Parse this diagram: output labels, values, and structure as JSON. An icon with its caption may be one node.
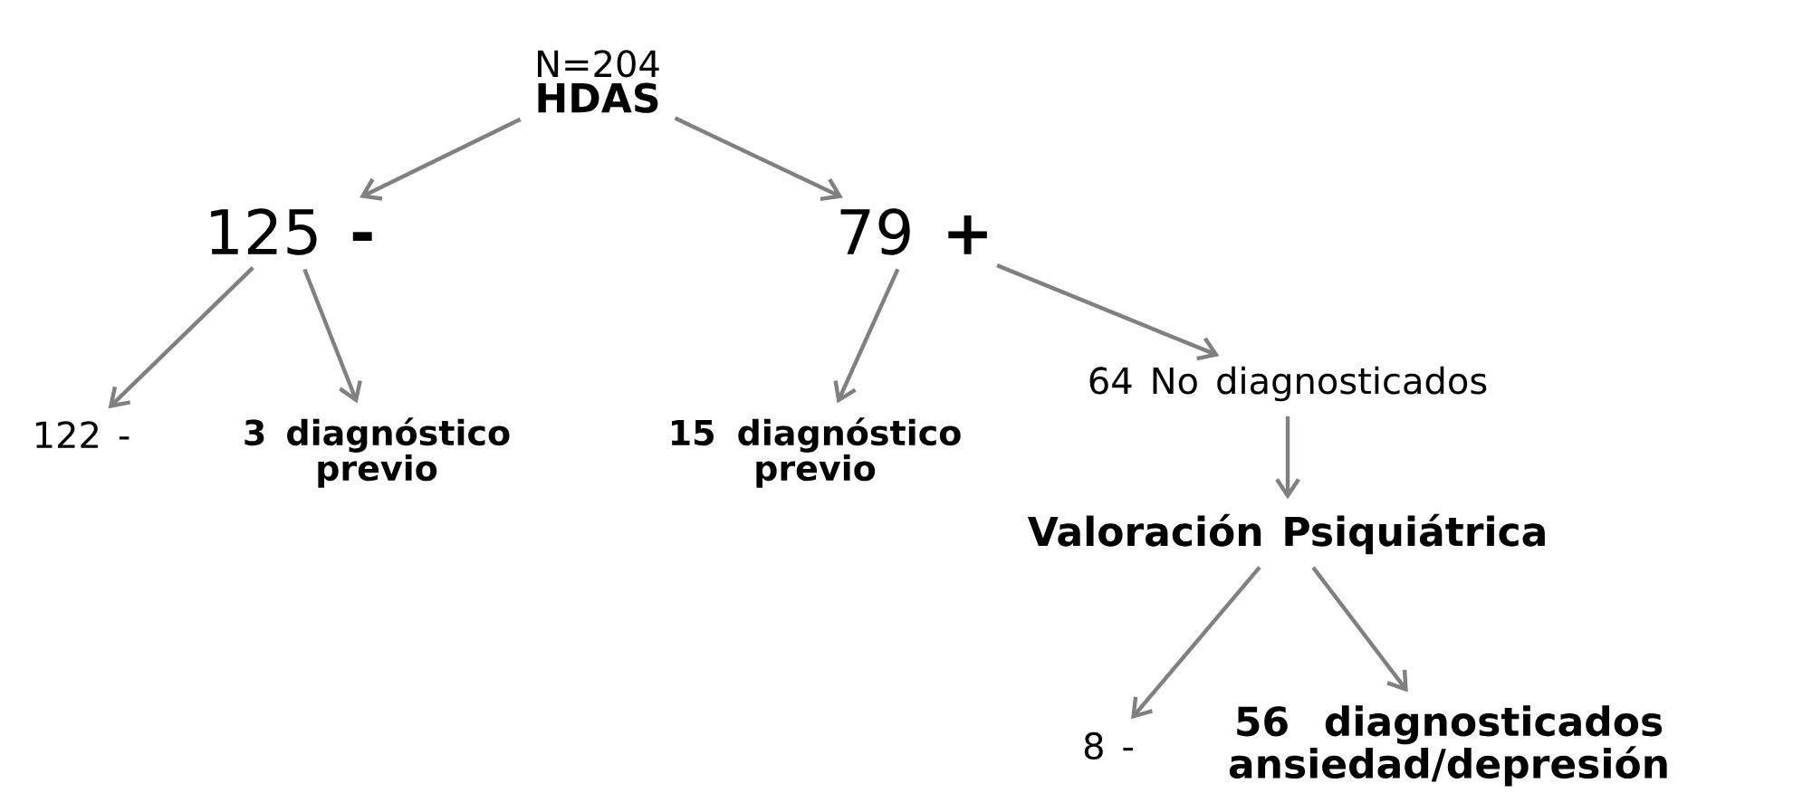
{
  "diagram": {
    "nodes": [
      {
        "text": [
          "N=204",
          "HDAS"
        ]
      },
      {
        "text": [
          "125 **-**"
        ]
      },
      {
        "text": [
          "79 **+**"
        ]
      },
      {
        "text": [
          "122 -"
        ]
      },
      {
        "text": [
          "3 diagnóstico previo"
        ]
      },
      {
        "text": [
          "15 diagnóstico previo"
        ]
      },
      {
        "text": [
          "64 No diagnosticados"
        ]
      },
      {
        "text": [
          "Valoración Psiquiátrica"
        ]
      },
      {
        "text": [
          "8 -"
        ]
      },
      {
        "text": [
          "56 diagnosticados ansiedad/depresión"
        ]
      }
    ],
    "edges": [
      {
        "from": 0,
        "to": 1,
        "arrow": "to"
      },
      {
        "from": 0,
        "to": 2,
        "arrow": "to"
      },
      {
        "from": 1,
        "to": 3,
        "arrow": "to"
      },
      {
        "from": 1,
        "to": 4,
        "arrow": "to"
      },
      {
        "from": 2,
        "to": 5,
        "arrow": "to"
      },
      {
        "from": 2,
        "to": 6,
        "arrow": "to"
      },
      {
        "from": 6,
        "to": 7,
        "arrow": "to"
      },
      {
        "from": 7,
        "to": 8,
        "arrow": "to"
      },
      {
        "from": 7,
        "to": 9,
        "arrow": "to"
      }
    ]
  }
}
